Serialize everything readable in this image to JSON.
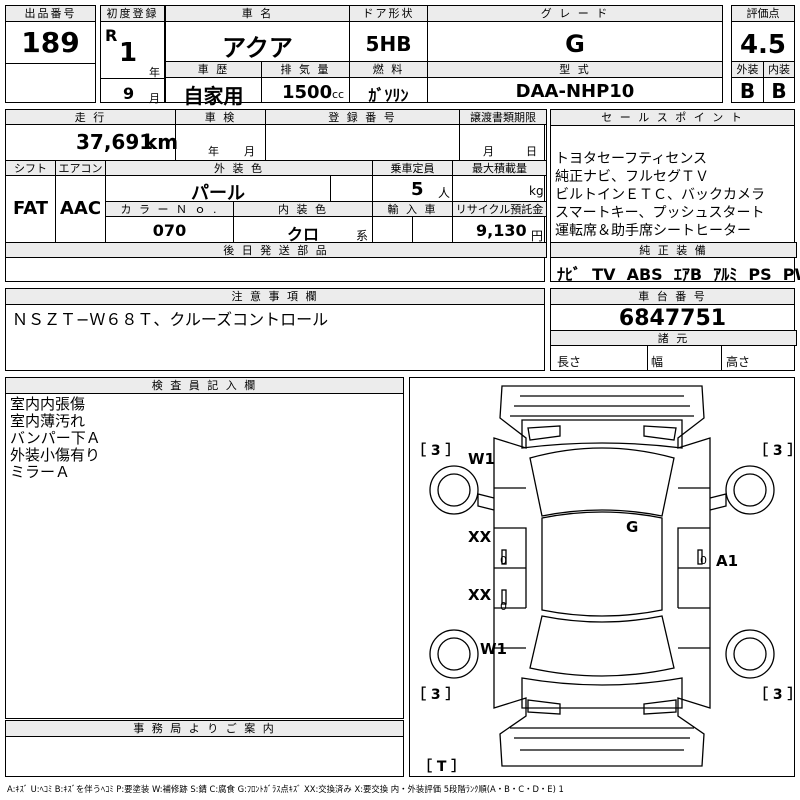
{
  "header": {
    "lot_label": "出品番号",
    "lot_value": "189",
    "first_reg_label": "初度登録",
    "era": "R",
    "year_value": "1",
    "year_unit": "年",
    "month_value": "9",
    "month_unit": "月",
    "car_name_label": "車 名",
    "car_name": "アクア",
    "door_label": "ドア形状",
    "door_value": "5HB",
    "grade_label": "グ レ ー ド",
    "grade_value": "G",
    "score_label": "評価点",
    "score_value": "4.5",
    "history_label": "車 歴",
    "history_value": "自家用",
    "displacement_label": "排 気 量",
    "displacement_value": "1500",
    "displacement_unit": "cc",
    "fuel_label": "燃 料",
    "fuel_value": "ｶﾞｿﾘﾝ",
    "model_label": "型 式",
    "model_value": "DAA-NHP10",
    "ext_label": "外装",
    "ext_value": "B",
    "int_label": "内装",
    "int_value": "B"
  },
  "info": {
    "mileage_label": "走 行",
    "mileage_value": "37,691",
    "mileage_unit": "km",
    "inspection_label": "車 検",
    "inspection_year": "年",
    "inspection_month": "月",
    "regno_label": "登 録 番 号",
    "transfer_label": "譲渡書類期限",
    "transfer_month": "月",
    "transfer_day": "日",
    "shift_label": "シフト",
    "shift_value": "FAT",
    "ac_label": "エアコン",
    "ac_value": "AAC",
    "color_label": "外 装 色",
    "color_value": "パール",
    "capacity_label": "乗車定員",
    "capacity_value": "5",
    "capacity_unit": "人",
    "load_label": "最大積載量",
    "load_unit": "kg",
    "colorno_label": "カ ラ ー Ｎ ｏ .",
    "colorno_value": "070",
    "intcolor_label": "内 装 色",
    "intcolor_value": "クロ",
    "intcolor_unit": "系",
    "import_label": "輸 入 車",
    "recycle_label": "リサイクル預託金",
    "recycle_value": "9,130",
    "recycle_unit": "円",
    "later_label": "後 日 発 送 部 品"
  },
  "sales": {
    "label": "セ ー ル ス ポ イ ン ト",
    "lines": [
      "トヨタセーフティセンス",
      "純正ナビ、フルセグＴＶ",
      "ビルトインＥＴＣ、バックカメラ",
      "スマートキー、プッシュスタート",
      "運転席＆助手席シートヒーター"
    ]
  },
  "equipment": {
    "label": "純 正 装 備",
    "items": [
      "ﾅﾋﾞ",
      "TV",
      "ABS",
      "ｴｱB",
      "ｱﾙﾐ",
      "PS",
      "PW"
    ]
  },
  "caution": {
    "label": "注 意 事 項 欄",
    "text": "ＮＳＺＴ−Ｗ６８Ｔ、クルーズコントロール"
  },
  "chassis": {
    "label": "車 台 番 号",
    "value": "6847751",
    "dims_label": "諸 元",
    "length_label": "長さ",
    "width_label": "幅",
    "height_label": "高さ"
  },
  "inspector": {
    "label": "検 査 員 記 入 欄",
    "lines": [
      "室内内張傷",
      "室内薄汚れ",
      "バンパー下Ａ",
      "外装小傷有り",
      "ミラーＡ"
    ]
  },
  "office": {
    "label": "事 務 局 よ り ご 案 内"
  },
  "diagram": {
    "marks": {
      "w1_top": "W1",
      "w1_bottom": "W1",
      "g": "G",
      "xx_1": "XX",
      "xx_2": "XX",
      "a1": "A1",
      "tread_lt": "［ 3 ］",
      "tread_rt": "［ 3 ］",
      "tread_lb": "［ 3 ］",
      "tread_rb": "［ 3 ］",
      "tire_t": "［ T ］",
      "zero_1": "0",
      "zero_2": "0",
      "zero_3": "0"
    }
  },
  "legend": "A:ｷｽﾞ U:ﾍｺﾐ B:ｷｽﾞを伴うﾍｺﾐ P:要塗装 W:補修跡 S:錆 C:腐食 G:ﾌﾛﾝﾄｶﾞﾗｽ点ｷｽﾞ XX:交換済み X:要交換  内・外装評価 5段階ﾗﾝｸ順(A・B・C・D・E) 1"
}
